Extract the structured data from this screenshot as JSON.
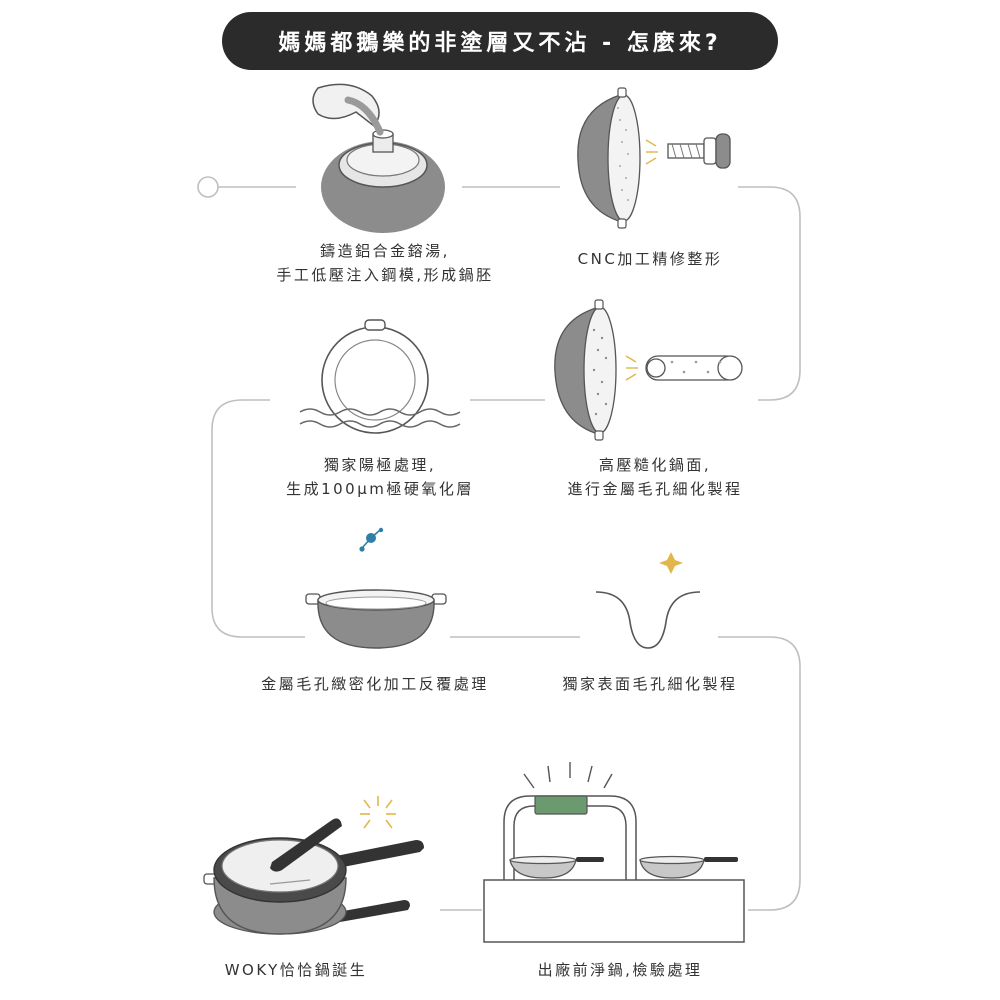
{
  "title": "媽媽都鵝樂的非塗層又不沾 - 怎麼來?",
  "steps": [
    {
      "id": "cast",
      "line1": "鑄造鋁合金鎔湯,",
      "line2": "手工低壓注入鋼模,形成鍋胚"
    },
    {
      "id": "cnc",
      "line1": "CNC加工精修整形",
      "line2": ""
    },
    {
      "id": "sandblast",
      "line1": "高壓糙化鍋面,",
      "line2": "進行金屬毛孔細化製程"
    },
    {
      "id": "anodize",
      "line1": "獨家陽極處理,",
      "line2": "生成100μm極硬氧化層"
    },
    {
      "id": "densify",
      "line1": "金屬毛孔緻密化加工反覆處理",
      "line2": ""
    },
    {
      "id": "surface",
      "line1": "獨家表面毛孔細化製程",
      "line2": ""
    },
    {
      "id": "inspect",
      "line1": "出廠前淨鍋,檢驗處理",
      "line2": ""
    },
    {
      "id": "born",
      "line1": "WOKY恰恰鍋誕生",
      "line2": ""
    }
  ],
  "colors": {
    "ink": "#2b2b2b",
    "line": "#bfbfbf",
    "pan_gray": "#8c8c8c",
    "pan_light": "#c8c8c8",
    "accent_blue": "#2f7fa6",
    "accent_gold": "#e2b64a",
    "accent_green": "#6a9a6e"
  }
}
